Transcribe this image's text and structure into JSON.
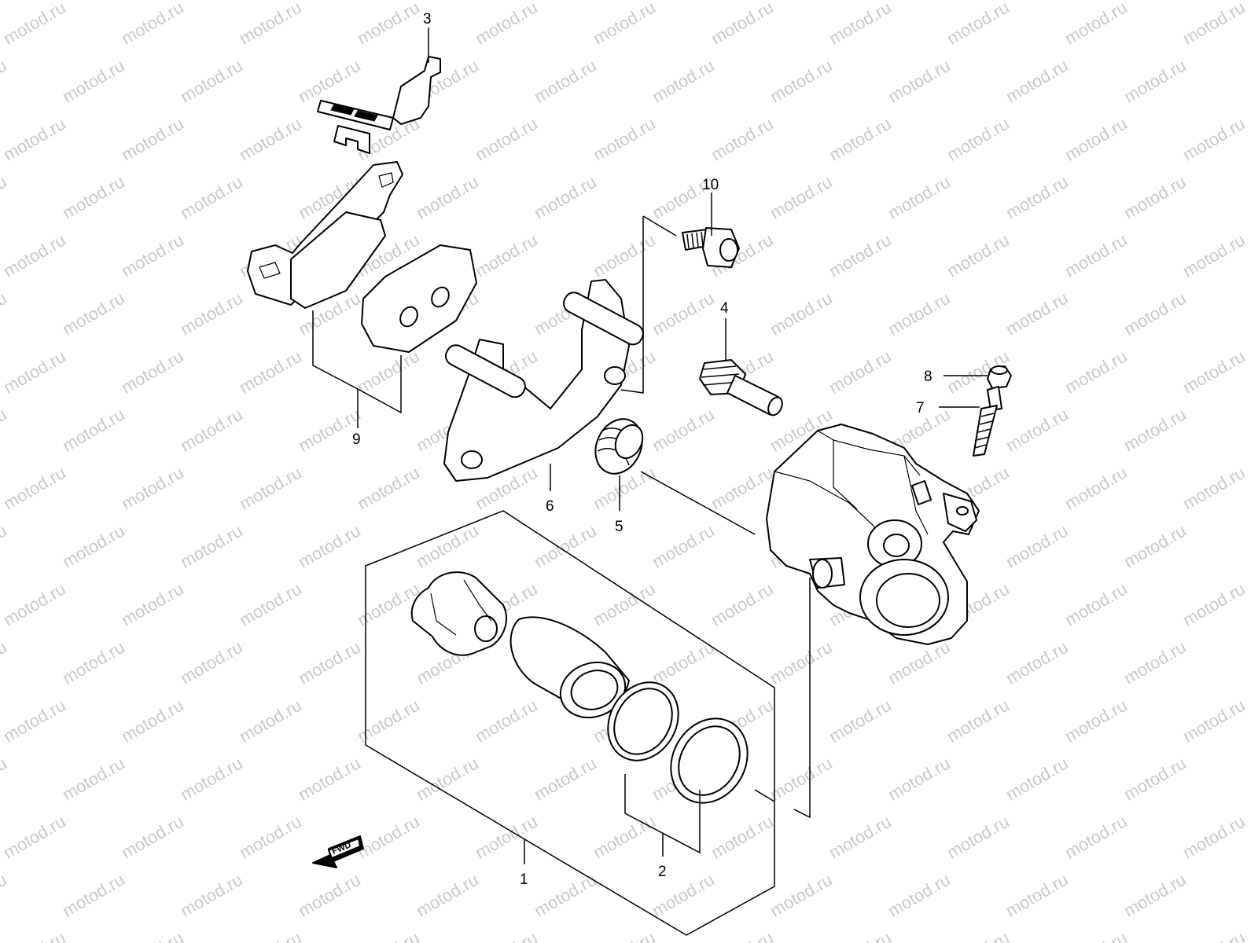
{
  "watermark": {
    "text": "motod.ru"
  },
  "callouts": [
    {
      "id": "1",
      "label": "1"
    },
    {
      "id": "2",
      "label": "2"
    },
    {
      "id": "3",
      "label": "3"
    },
    {
      "id": "4",
      "label": "4"
    },
    {
      "id": "5",
      "label": "5"
    },
    {
      "id": "6",
      "label": "6"
    },
    {
      "id": "7",
      "label": "7"
    },
    {
      "id": "8",
      "label": "8"
    },
    {
      "id": "9",
      "label": "9"
    },
    {
      "id": "10",
      "label": "10"
    }
  ],
  "direction_arrow": {
    "label": "FWD"
  },
  "colors": {
    "ink": "#000000",
    "background": "#ffffff",
    "watermark": "#c9c9c9"
  }
}
